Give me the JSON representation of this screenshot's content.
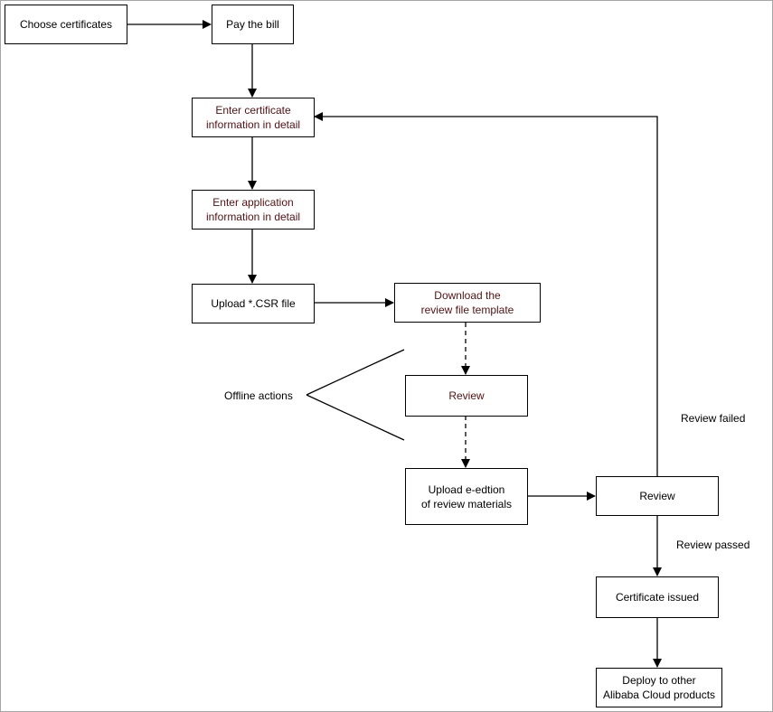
{
  "diagram": {
    "nodes": {
      "choose_certificates": "Choose certificates",
      "pay_bill": "Pay the bill",
      "enter_certificate_info": "Enter certificate\ninformation in detail",
      "enter_application_info": "Enter application\ninformation in detail",
      "upload_csr": "Upload *.CSR file",
      "download_template": "Download the\nreview file template",
      "offline_review": "Review",
      "upload_materials": "Upload e-edtion\nof review materials",
      "review": "Review",
      "certificate_issued": "Certificate issued",
      "deploy": "Deploy to other\nAlibaba Cloud products"
    },
    "labels": {
      "offline_actions": "Offline actions",
      "review_failed": "Review failed",
      "review_passed": "Review passed"
    },
    "colors": {
      "line": "#000000",
      "maroon_text": "#5a1010",
      "border": "#a6a6a6"
    }
  }
}
